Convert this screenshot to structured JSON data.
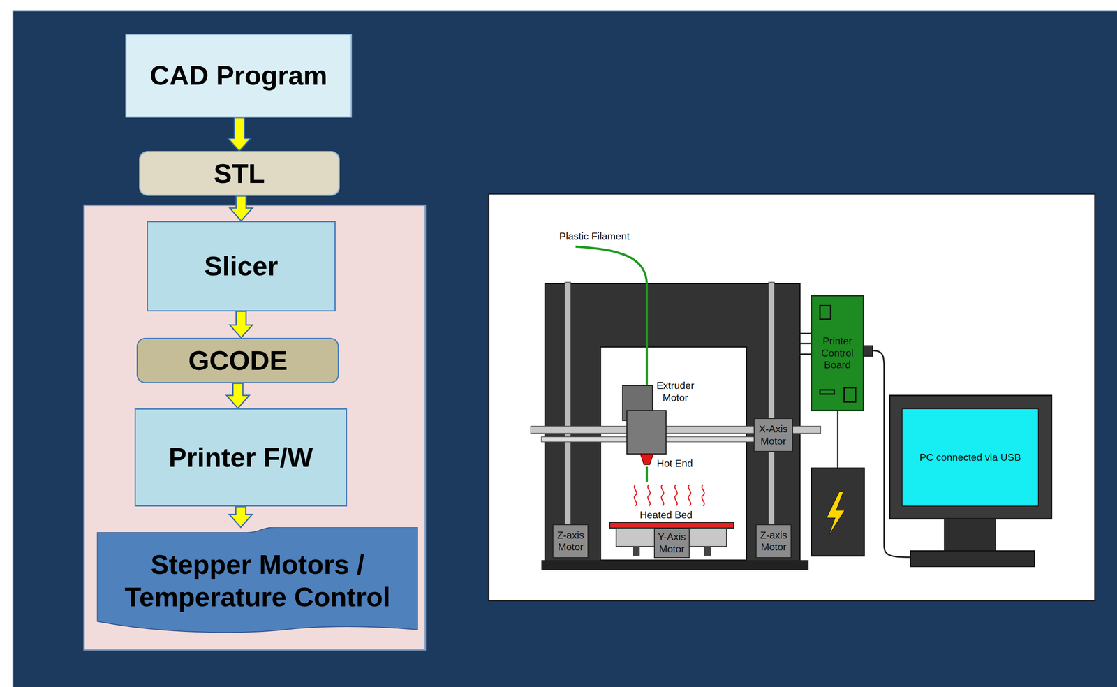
{
  "diagram": {
    "nodes": [
      {
        "text": [
          "CAD Program"
        ]
      },
      {
        "text": [
          "STL"
        ]
      },
      {
        "text": [
          "Slicer"
        ]
      },
      {
        "text": [
          "GCODE"
        ]
      },
      {
        "text": [
          "Printer F/W"
        ]
      },
      {
        "text": [
          "Stepper Motors / Temperature Control"
        ]
      },
      {
        "text": [
          "Printer Control Board"
        ]
      },
      {
        "text": [
          "PC connected via USB"
        ]
      },
      {
        "text": [
          "X-Axis Motor"
        ]
      },
      {
        "text": [
          "Z-axis Motor"
        ]
      },
      {
        "text": [
          "Y-Axis Motor"
        ]
      },
      {
        "text": [
          "Z-axis Motor"
        ]
      }
    ],
    "edges": [
      {
        "from": 0,
        "to": 1,
        "arrow": "to"
      },
      {
        "from": 1,
        "to": 2,
        "arrow": "to"
      },
      {
        "from": 2,
        "to": 3,
        "arrow": "to"
      },
      {
        "from": 3,
        "to": 4,
        "arrow": "to"
      },
      {
        "from": 4,
        "to": 5,
        "arrow": "to"
      }
    ],
    "labels": [
      "Plastic Filament",
      "Extruder Motor",
      "Hot End",
      "Heated Bed"
    ]
  }
}
